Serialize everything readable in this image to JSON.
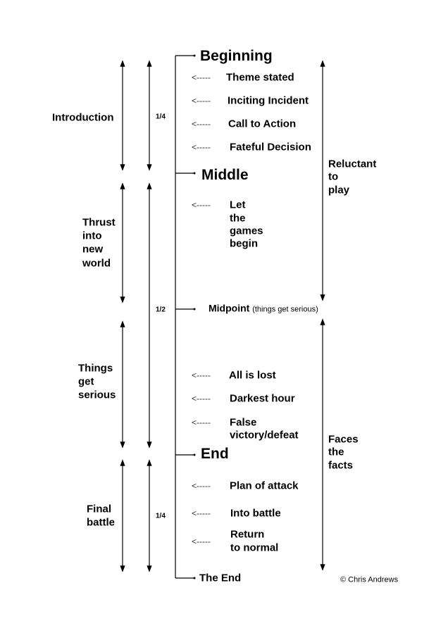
{
  "milestones": {
    "beginning": "Beginning",
    "middle": "Middle",
    "midpoint": "Midpoint",
    "midpoint_note": "(things get serious)",
    "end": "End",
    "the_end": "The End"
  },
  "beats": [
    "Theme stated",
    "Inciting Incident",
    "Call to Action",
    "Fateful Decision",
    "Let",
    "the",
    "games",
    "begin",
    "All is lost",
    "Darkest hour",
    "False",
    "victory/defeat",
    "Plan of attack",
    "Into battle",
    "Return",
    "to normal"
  ],
  "arrow_glyph": "<-----",
  "acts": [
    "Introduction",
    "Thrust",
    "into",
    "new",
    "world",
    "Things",
    "get",
    "serious",
    "Final",
    "battle"
  ],
  "proportions": [
    "1/4",
    "1/2",
    "1/4"
  ],
  "arcs": [
    "Reluctant",
    "to",
    "play",
    "Faces",
    "the",
    "facts"
  ],
  "copyright": "© Chris Andrews"
}
